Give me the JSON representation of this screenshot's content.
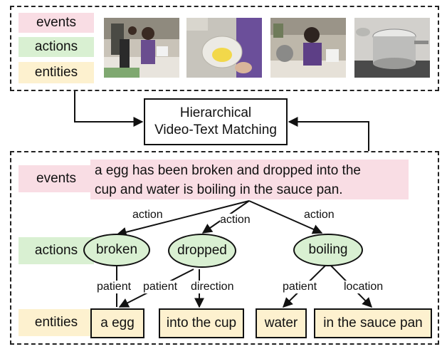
{
  "legend": {
    "events": "events",
    "actions": "actions",
    "entities": "entities"
  },
  "matching_box": {
    "line1": "Hierarchical",
    "line2": "Video-Text Matching"
  },
  "caption": {
    "line1": "a egg has been broken and dropped into the",
    "line2": "cup and water is boiling in the sauce pan."
  },
  "actions": {
    "broken": "broken",
    "dropped": "dropped",
    "boiling": "boiling"
  },
  "entities": {
    "egg": "a egg",
    "cup": "into the cup",
    "water": "water",
    "pan": "in the sauce pan"
  },
  "edge_labels": {
    "action_1": "action",
    "action_2": "action",
    "action_3": "action",
    "patient_1": "patient",
    "patient_2": "patient",
    "direction": "direction",
    "patient_3": "patient",
    "location": "location"
  },
  "colors": {
    "events": "#f9dde4",
    "actions": "#d9f0d2",
    "entities": "#fdf1cf"
  }
}
